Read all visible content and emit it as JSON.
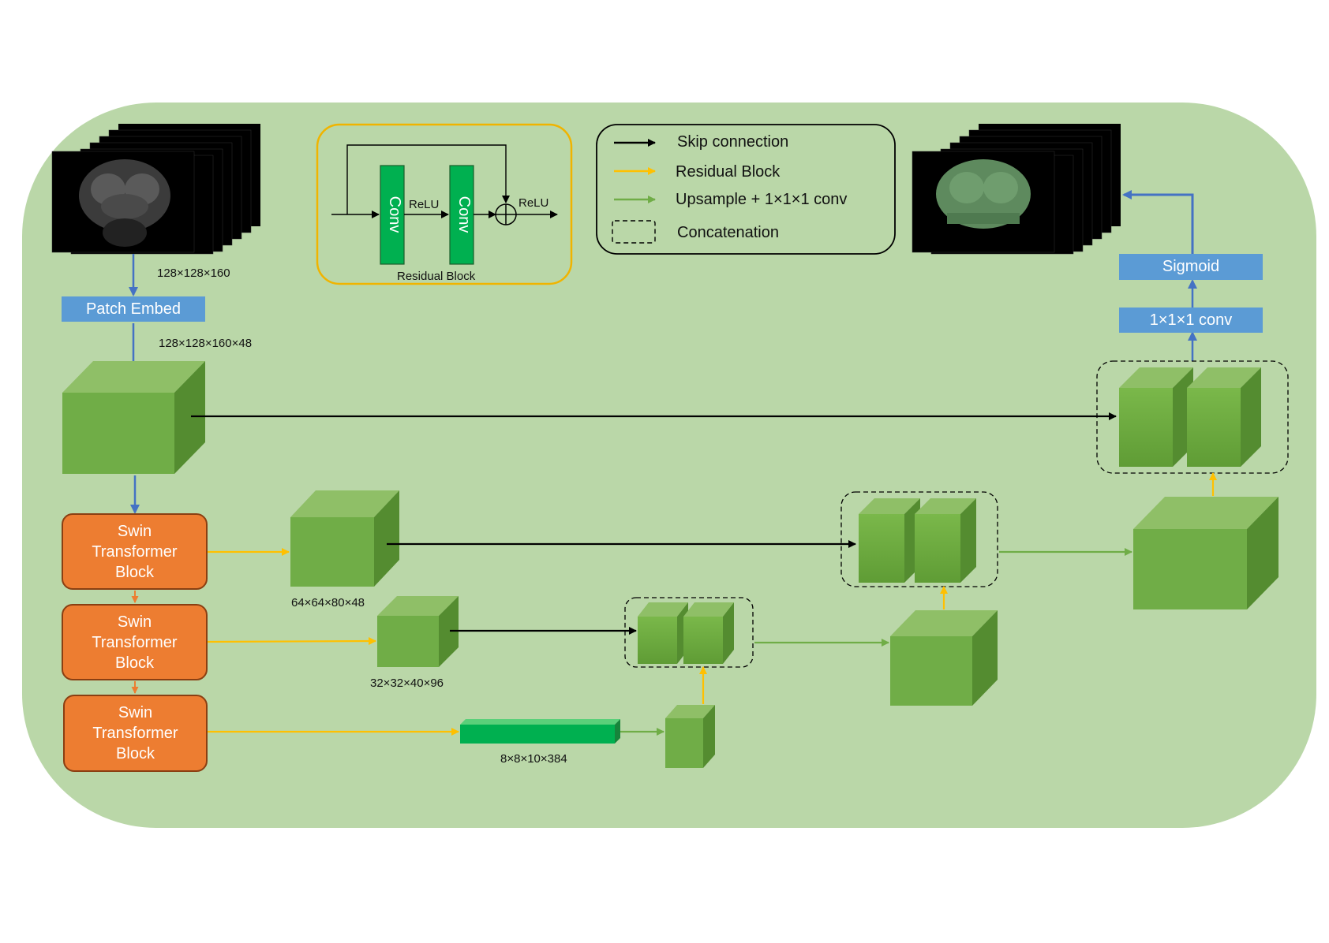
{
  "input_dim": "128×128×160",
  "patch_embed": "Patch Embed",
  "embed_dim": "128×128×160×48",
  "swin_block": {
    "line1": "Swin",
    "line2": "Transformer",
    "line3": "Block"
  },
  "stage1_dim": "64×64×80×48",
  "stage2_dim": "32×32×40×96",
  "bottleneck_dim": "8×8×10×384",
  "residual_block": {
    "conv": "Conv",
    "relu": "ReLU",
    "caption": "Residual Block"
  },
  "legend": {
    "skip": "Skip connection",
    "residual": "Residual Block",
    "upsample": "Upsample + 1×1×1 conv",
    "concat": "Concatenation"
  },
  "output_conv": "1×1×1 conv",
  "sigmoid": "Sigmoid",
  "colors": {
    "background": "#bad7a8",
    "blue_box": "#5b9bd5",
    "swin": "#ed7d31",
    "skip_arrow": "#000000",
    "residual_arrow": "#ffc000",
    "upsample_arrow": "#70ad47",
    "flow_arrow": "#4472c4"
  }
}
